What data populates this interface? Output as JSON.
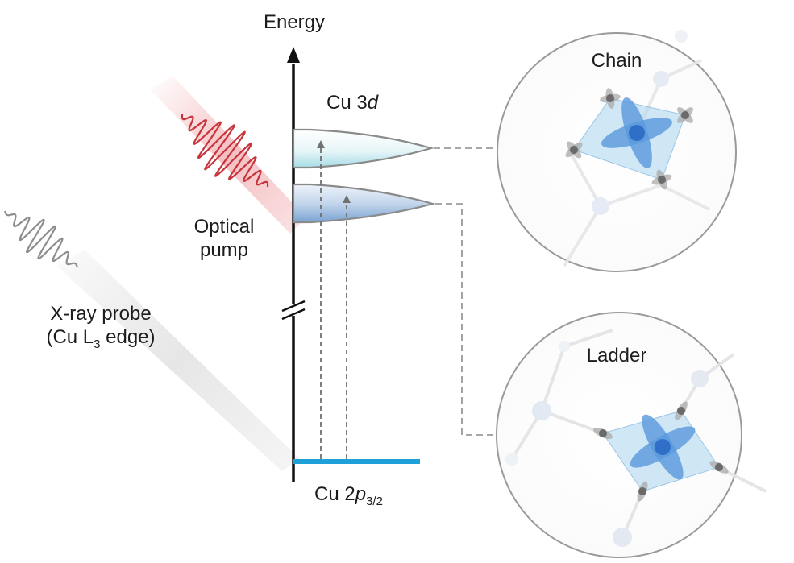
{
  "axis": {
    "label": "Energy"
  },
  "levels": {
    "cu3d": {
      "prefix": "Cu 3",
      "orbital": "d"
    },
    "cu2p": {
      "prefix": "Cu 2",
      "orbital": "p",
      "sub": "3/2"
    }
  },
  "pump": {
    "line1": "Optical",
    "line2": "pump"
  },
  "probe": {
    "line1": "X-ray probe",
    "line2_a": "(Cu L",
    "line2_sub": "3",
    "line2_b": " edge)"
  },
  "insets": {
    "chain": "Chain",
    "ladder": "Ladder"
  },
  "colors": {
    "pump_wave": "#c8343c",
    "probe_wave": "#8e8e8e",
    "core_level": "#1ea0d8",
    "orbital_blue": "#4f8fd8",
    "band_teal": "#b3e2ea",
    "band_blue": "#86acd6"
  }
}
